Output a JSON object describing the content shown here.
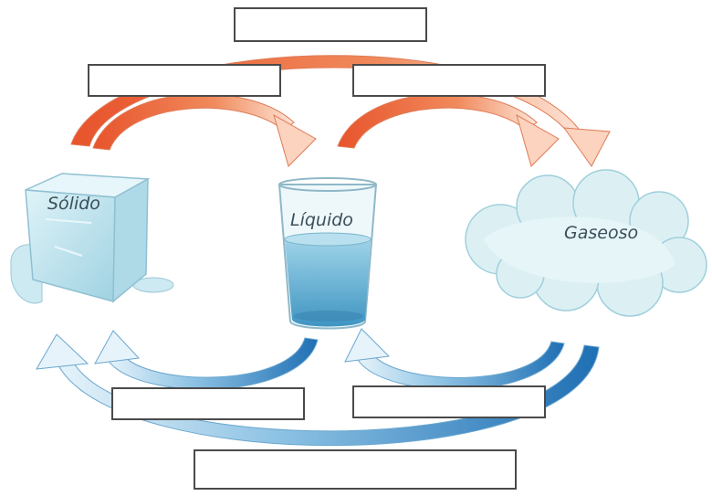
{
  "states": {
    "solid": "Sólido",
    "liquid": "Líquido",
    "gas": "Gaseoso"
  },
  "colors": {
    "heating_arrow": "#e8542c",
    "cooling_arrow": "#1f6fb4",
    "ice": "#bfe4ee",
    "water": "#5aaed0",
    "cloud": "#dcf0f4"
  },
  "blanks": {
    "top_center": "",
    "top_left": "",
    "top_right": "",
    "bottom_left": "",
    "bottom_right": "",
    "bottom_center": ""
  }
}
